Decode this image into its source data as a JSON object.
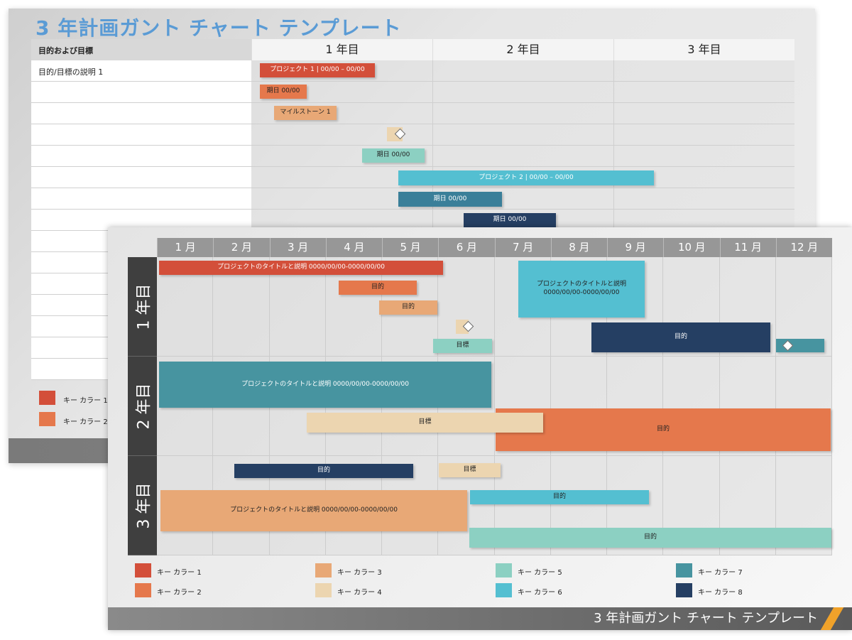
{
  "colors": {
    "key1": "#d34f3a",
    "key2": "#e5784c",
    "key3": "#e8a876",
    "key4": "#ecd5b0",
    "key5": "#8cd0c2",
    "key6": "#54bfd1",
    "key7": "#4794a0",
    "key8": "#253f63"
  },
  "back": {
    "title": "3 年計画ガント チャート テンプレート",
    "table_header": "目的および目標",
    "row1": "目的/目標の説明 1",
    "years": [
      "1 年目",
      "2 年目",
      "3 年目"
    ],
    "bars": [
      "プロジェクト 1 | 00/00 – 00/00",
      "期日 00/00",
      "マイルストーン 1",
      "期日 00/00",
      "プロジェクト 2 | 00/00 – 00/00",
      "期日 00/00",
      "期日 00/00"
    ],
    "legend": [
      "キー カラー 1",
      "キー カラー 2"
    ]
  },
  "front": {
    "months": [
      "1 月",
      "2 月",
      "3 月",
      "4 月",
      "5 月",
      "6 月",
      "7 月",
      "8 月",
      "9 月",
      "10 月",
      "11 月",
      "12 月"
    ],
    "years": [
      "1 年目",
      "2 年目",
      "3 年目"
    ],
    "bars": {
      "y1_project": "プロジェクトのタイトルと説明 0000/00/00-0000/00/00",
      "y1_goal1": "目的",
      "y1_goal2": "目的",
      "y1_target": "目標",
      "y1_cyan_l1": "プロジェクトのタイトルと説明",
      "y1_cyan_l2": "0000/00/00-0000/00/00",
      "y1_navy": "目的",
      "y2_project": "プロジェクトのタイトルと説明 0000/00/00-0000/00/00",
      "y2_target": "目標",
      "y2_goal": "目的",
      "y3_navy": "目的",
      "y3_target": "目標",
      "y3_cyan": "目的",
      "y3_project": "プロジェクトのタイトルと説明 0000/00/00-0000/00/00",
      "y3_mint": "目的"
    },
    "legend": [
      "キー カラー 1",
      "キー カラー 2",
      "キー カラー 3",
      "キー カラー 4",
      "キー カラー 5",
      "キー カラー 6",
      "キー カラー 7",
      "キー カラー 8"
    ],
    "footer": "3 年計画ガント チャート テンプレート"
  }
}
